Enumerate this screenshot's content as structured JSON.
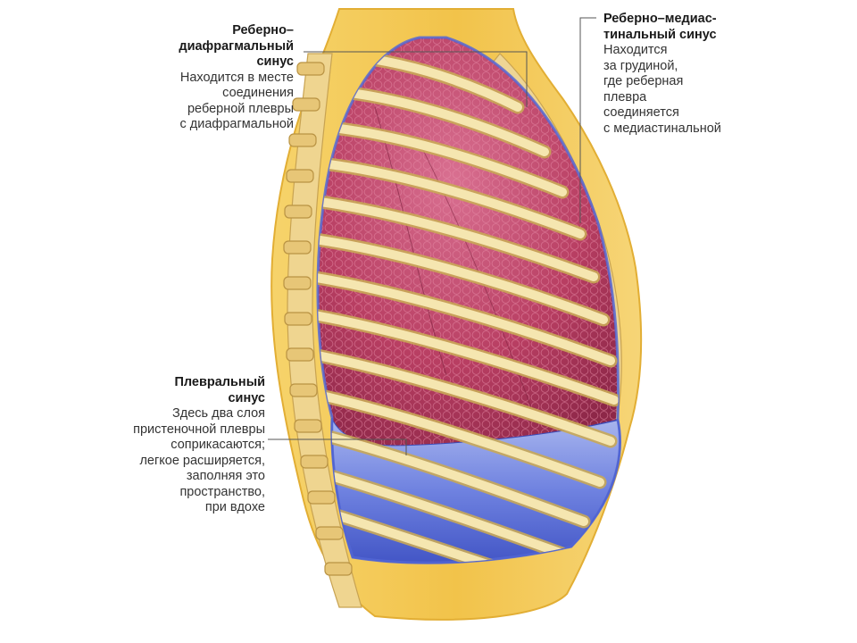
{
  "callouts": {
    "costodiaphragmatic": {
      "title": "Реберно–\nдиафрагмальный\nсинус",
      "text": "Находится в месте\nсоединения\nреберной плевры\nс диафрагмальной"
    },
    "costomediastinal": {
      "title": "Реберно–медиас-\nтинальный синус",
      "text": "Находится\nза грудиной,\nгде реберная\nплевра\nсоединяется\nс медиастинальной"
    },
    "pleural": {
      "title": "Плевральный\nсинус",
      "text": "Здесь два слоя\nпристеночной плевры\nсоприкасаются;\nлегкое расширяется,\nзаполняя это\nпространство,\nпри вдохе"
    }
  },
  "colors": {
    "background": "#ffffff",
    "body_yellow": "#f2c34a",
    "body_yellow_light": "#f8dc83",
    "lung_red": "#b33a5d",
    "lung_red_light": "#d96a8c",
    "pleura_blue": "#4a5fcf",
    "pleura_blue_light": "#8fa2ea",
    "rib": "#f3e2a4",
    "rib_edge": "#c9a857",
    "bone": "#e6c77a",
    "leader_line": "#555555"
  },
  "icons": [
    "lung-shape",
    "rib-bones",
    "spine",
    "sternum"
  ]
}
